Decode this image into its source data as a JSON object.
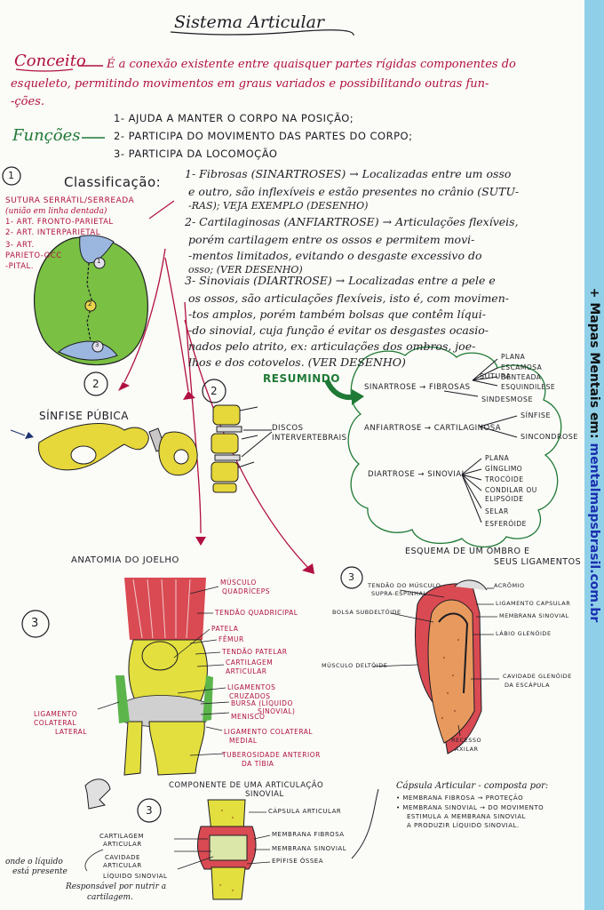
{
  "title": {
    "word1": "Sistema",
    "word2": "Articular"
  },
  "concept": {
    "label": "Conceito",
    "line1": "É a conexão existente entre quaisquer partes rígidas componentes do",
    "line2": "esqueleto, permitindo movimentos em graus variados e possibilitando outras fun-",
    "line3": "-ções."
  },
  "functions": {
    "label": "Funções",
    "items": [
      "1- AJUDA A MANTER O CORPO NA POSIÇÃO;",
      "2- PARTICIPA DO MOVIMENTO DAS PARTES DO CORPO;",
      "3- PARTICIPA DA LOCOMOÇÃO"
    ]
  },
  "classification": {
    "label": "Classificação:",
    "circle1": "1",
    "fibrous": {
      "line1": "1- Fibrosas (SINARTROSES) → Localizadas entre um osso",
      "line2": "e outro, são inflexíveis e estão presentes no crânio (SUTU-",
      "line3": "-RAS); VEJA EXEMPLO (DESENHO)"
    },
    "cartilaginous": {
      "line1": "2- Cartilaginosas (ANFIARTROSE) → Articulações flexíveis,",
      "line2": "porém cartilagem entre os ossos e permitem movi-",
      "line3": "-mentos limitados, evitando o desgaste excessivo do",
      "line4": "osso; (VER DESENHO)"
    },
    "synovial": {
      "line1": "3- Sinoviais (DIARTROSE) → Localizadas entre a pele e",
      "line2": "os ossos, são articulações flexíveis, isto é, com movimen-",
      "line3": "-tos amplos, porém também bolsas que contêm líqui-",
      "line4": "-do sinovial, cuja função é evitar os desgastes ocasio-",
      "line5": "nados pelo atrito, ex: articulações dos ombros, joe-",
      "line6": "lhos e dos cotovelos. (VER DESENHO)"
    }
  },
  "skull": {
    "sutures_title": "SUTURA SERRÁTIL/SERREADA",
    "sutures_sub": "(união em linha dentada)",
    "items": [
      "1- ART. FRONTO-PARIETAL",
      "2- ART. INTERPARIETAL",
      "3- ART.",
      "PARIETO-OCC",
      "-PITAL."
    ],
    "marks": [
      "1",
      "2",
      "3"
    ]
  },
  "summary": {
    "label": "RESUMINDO",
    "sinartrose": "SINARTROSE → FIBROSAS",
    "sutura": "SUTURA",
    "sutura_types": [
      "PLANA",
      "ESCAMOSA",
      "DENTEADA",
      "ESQUINDILESE"
    ],
    "sindesmose": "SINDESMOSE",
    "anfiartrose": "ANFIARTROSE → CARTILAGINOSA",
    "cart_types": [
      "SÍNFISE",
      "SINCONDROSE"
    ],
    "diartrose": "DIARTROSE → SINOVIAL",
    "sin_types": [
      "PLANA",
      "GÍNGLIMO",
      "TROCÓIDE",
      "CONDILAR OU",
      "ELIPSÓIDE",
      "SELAR",
      "ESFERÓIDE"
    ]
  },
  "pubic": {
    "circle": "2",
    "label": "SÍNFISE PÚBICA"
  },
  "vertebra": {
    "circle": "2",
    "label1": "DISCOS",
    "label2": "INTERVERTEBRAIS"
  },
  "knee": {
    "title": "ANATOMIA DO JOELHO",
    "circle": "3",
    "labels": [
      "MÚSCULO",
      "QUADRÍCEPS",
      "TENDÃO QUADRICIPAL",
      "PATELA",
      "FÊMUR",
      "TENDÃO PATELAR",
      "CARTILAGEM",
      "ARTICULAR",
      "LIGAMENTOS",
      "CRUZADOS",
      "BURSA (LÍQUIDO",
      "SINOVIAL)",
      "MENISCO",
      "LIGAMENTO COLATERAL",
      "MEDIAL",
      "TUBEROSIDADE ANTERIOR",
      "DA TÍBIA"
    ],
    "left_labels": [
      "LIGAMENTO",
      "COLATERAL",
      "LATERAL"
    ]
  },
  "shoulder": {
    "title1": "ESQUEMA DE UM OMBRO E",
    "title2": "SEUS LIGAMENTOS",
    "circle": "3",
    "labels": [
      "TENDÃO DO MÚSCULO",
      "SUPRA-ESPINHAL",
      "ACRÔMIO",
      "BOLSA SUBDELTÓIDE",
      "LIGAMENTO CAPSULAR",
      "MEMBRANA SINOVIAL",
      "LÁBIO GLENÓIDE",
      "MÚSCULO DELTÓIDE",
      "CAVIDADE GLENÓIDE",
      "DA ESCÁPULA",
      "RECESSO",
      "AXILAR"
    ]
  },
  "joint": {
    "title1": "COMPONENTE DE UMA ARTICULAÇÃO",
    "title2": "SINOVIAL",
    "circle": "3",
    "labels": [
      "CARTILAGEM",
      "ARTICULAR",
      "CAVIDADE",
      "ARTICULAR",
      "LÍQUIDO SINOVIAL",
      "CÁPSULA ARTICULAR",
      "MEMBRANA FIBROSA",
      "MEMBRANA SINOVIAL",
      "EPÍFISE ÓSSEA"
    ],
    "note1": "onde o líquido",
    "note2": "está presente",
    "note3": "Responsável por nutrir a",
    "note4": "cartilagem."
  },
  "capsule": {
    "line1": "Cápsula Articular - composta por:",
    "line2": "• MEMBRANA FIBROSA → PROTEÇÃO",
    "line3": "• MEMBRANA SINOVIAL → DO MOVIMENTO",
    "line4": "ESTIMULA A MEMBRANA SINOVIAL",
    "line5": "A PRODUZIR LÍQUIDO SINOVIAL."
  },
  "brand": {
    "prefix": "+ Mapas Mentais em:",
    "url": "mentalmapsbrasil.com.br"
  },
  "colors": {
    "ink": "#1d1d24",
    "red": "#b01043",
    "green": "#1f7a36",
    "navy": "#1d3270",
    "bone": "#e3df3e",
    "muscle": "#d94a52"
  }
}
